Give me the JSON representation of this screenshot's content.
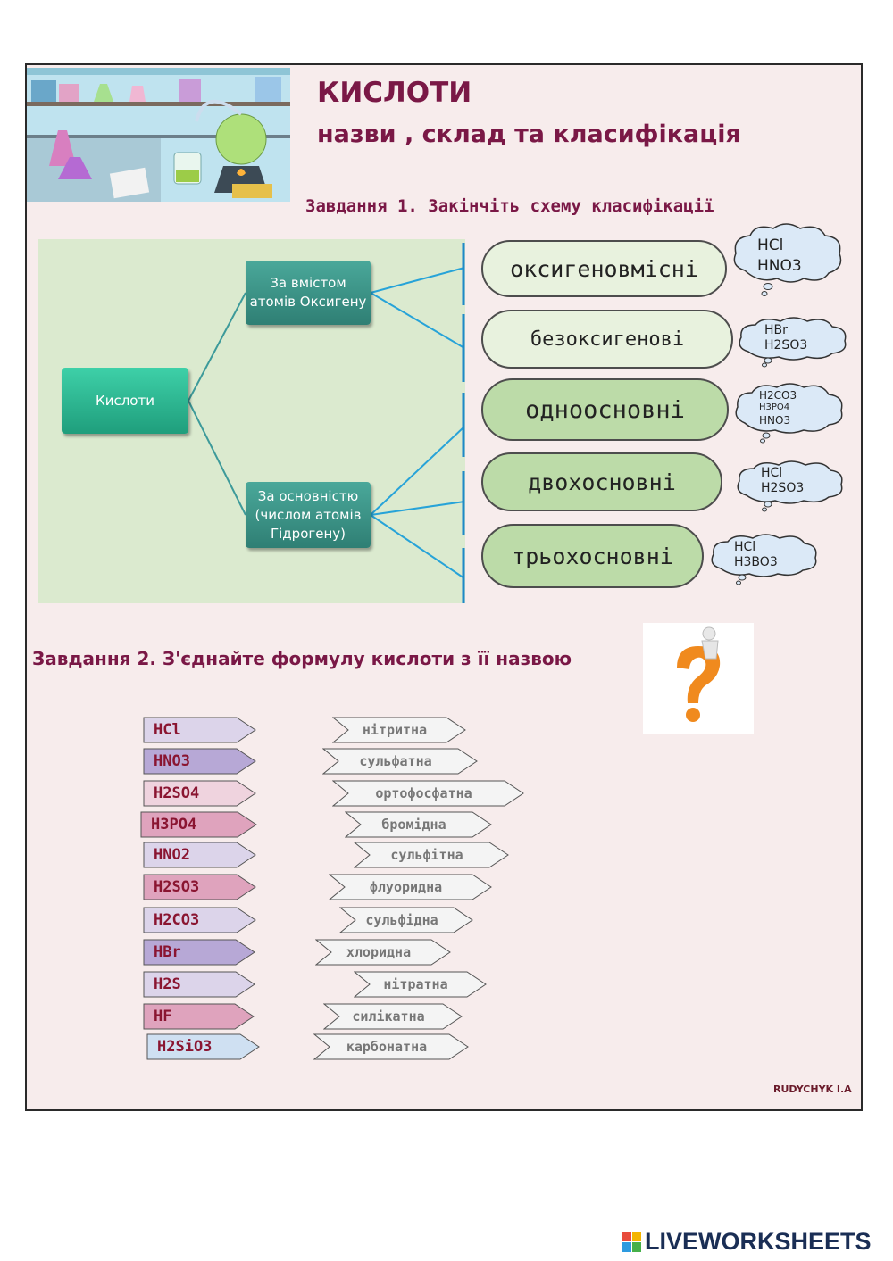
{
  "header": {
    "title": "КИСЛОТИ",
    "subtitle": "назви , склад та класифікація",
    "task1": "Завдання 1. Закінчіть схему класифікації",
    "task2": "Завдання 2. З'єднайте формулу кислоти з її назвою"
  },
  "scheme": {
    "root": "Кислоти",
    "branch1": "За вмістом атомів Оксигену",
    "branch2": "За основністю (числом атомів Гідрогену)",
    "classes": [
      {
        "label": "оксигеновмісні",
        "cloud": [
          "HCl",
          "HNO3"
        ]
      },
      {
        "label": "безоксигенові",
        "cloud": [
          "HBr",
          "H2SO3"
        ]
      },
      {
        "label": "одноосновні",
        "cloud": [
          "H2CO3",
          "H3PO4",
          "HNO3"
        ]
      },
      {
        "label": "двохосновні",
        "cloud": [
          "HCl",
          "H2SO3"
        ]
      },
      {
        "label": "трьохосновні",
        "cloud": [
          "HCl",
          "H3BO3"
        ]
      }
    ]
  },
  "matching": {
    "formulas": [
      "HCl",
      "HNO3",
      "H2SO4",
      "H3PO4",
      "HNO2",
      "H2SO3",
      "H2CO3",
      "HBr",
      "H2S",
      "HF",
      "H2SiO3"
    ],
    "formula_colors": [
      "#dcd4ea",
      "#b7a8d6",
      "#efd3de",
      "#dfa3bd",
      "#dcd4ea",
      "#dfa3bd",
      "#dcd4ea",
      "#b7a8d6",
      "#dcd4ea",
      "#dfa3bd",
      "#cfe0f2"
    ],
    "names": [
      "нітритна",
      "сульфатна",
      "ортофосфатна",
      "бромідна",
      "сульфітна",
      "флуоридна",
      "сульфідна",
      "хлоридна",
      "нітратна",
      "силікатна",
      "карбонатна"
    ]
  },
  "footer": {
    "author": "RUDYCHYK I.A",
    "brand": "LIVEWORKSHEETS"
  }
}
